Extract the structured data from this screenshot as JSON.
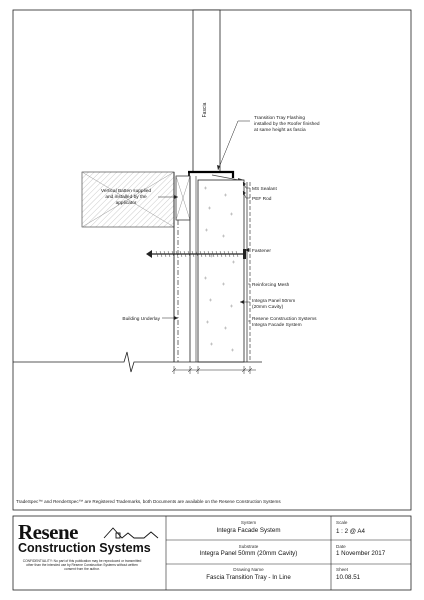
{
  "annotations": {
    "fascia": "Fascia",
    "transition_tray": "Transition Tray Flashing installed by the Roofer finished at same height as fascia",
    "ms_sealant": "MS Sealant",
    "pef_rod": "PEF Rod",
    "vertical_batten": "Vertical Batten supplied and installed by the applicator",
    "fastener": "Fastener",
    "reinforcing_mesh": "Reinforcing Mesh",
    "integra_panel": "Integra Panel 50mm (20mm Cavity)",
    "resene_systems": "Resene Construction Systems Integra Facade System",
    "building_underlay": "Building Underlay"
  },
  "trademark_note": "TradeSpec™ and RenderSpec™ are Registered Trademarks, both Documents are available on the Resene Construction Systems",
  "title_block": {
    "logo_word": "Resene",
    "logo_sub": "Construction Systems",
    "confidentiality": "CONFIDENTIALITY: No part of this publication may be reproduced or transmitted other than the intended use by Resene Construction Systems without written consent from the author.",
    "system_label": "System",
    "system_value": "Integra Facade System",
    "substrate_label": "Substrate",
    "substrate_value": "Integra Panel 50mm (20mm Cavity)",
    "drawing_name_label": "Drawing Name",
    "drawing_name_value": "Fascia Transition Tray - In Line",
    "scale_label": "Scale",
    "scale_value": "1 : 2 @ A4",
    "date_label": "Date",
    "date_value": "1 November 2017",
    "sheet_label": "Sheet",
    "sheet_value": "10.08.51"
  }
}
